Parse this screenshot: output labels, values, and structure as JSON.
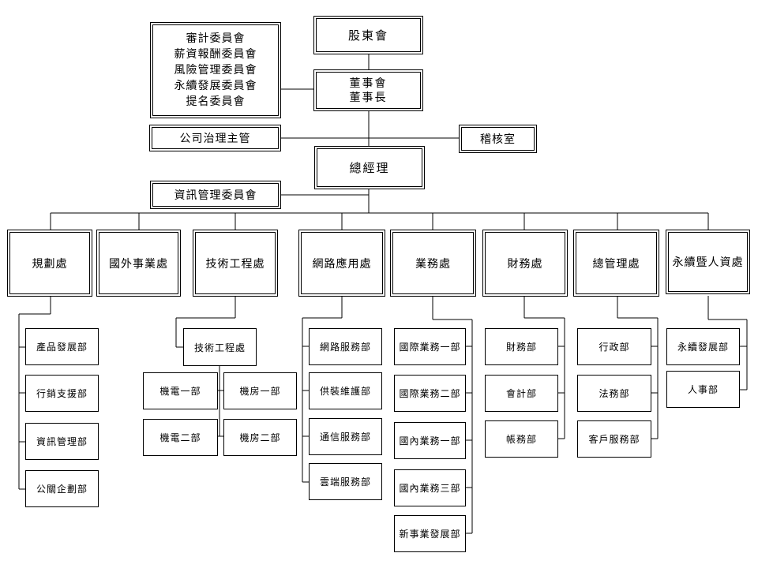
{
  "board": {
    "shareholders": "股東會",
    "directors": [
      "董事會",
      "董事長"
    ],
    "committees": [
      "審計委員會",
      "薪資報酬委員會",
      "風險管理委員會",
      "永續發展委員會",
      "提名委員會"
    ],
    "governance_officer": "公司治理主管",
    "audit_office": "稽核室",
    "general_manager": "總經理",
    "it_committee": "資訊管理委員會"
  },
  "divisions": [
    {
      "name": "規劃處",
      "units": [
        "產品發展部",
        "行銷支援部",
        "資訊管理部",
        "公關企劃部"
      ]
    },
    {
      "name": "國外事業處",
      "units": []
    },
    {
      "name": "技術工程處",
      "units": [
        "技術工程處",
        "機電一部",
        "機電二部",
        "機房一部",
        "機房二部"
      ]
    },
    {
      "name": "網路應用處",
      "units": [
        "網路服務部",
        "供裝維護部",
        "通信服務部",
        "雲端服務部"
      ]
    },
    {
      "name": "業務處",
      "units": [
        "國際業務一部",
        "國際業務二部",
        "國內業務一部",
        "國內業務三部",
        "新事業發展部"
      ]
    },
    {
      "name": "財務處",
      "units": [
        "財務部",
        "會計部",
        "帳務部"
      ]
    },
    {
      "name": "總管理處",
      "units": [
        "行政部",
        "法務部",
        "客戶服務部"
      ]
    },
    {
      "name": "永續暨人資處",
      "units": [
        "永續發展部",
        "人事部"
      ]
    }
  ]
}
